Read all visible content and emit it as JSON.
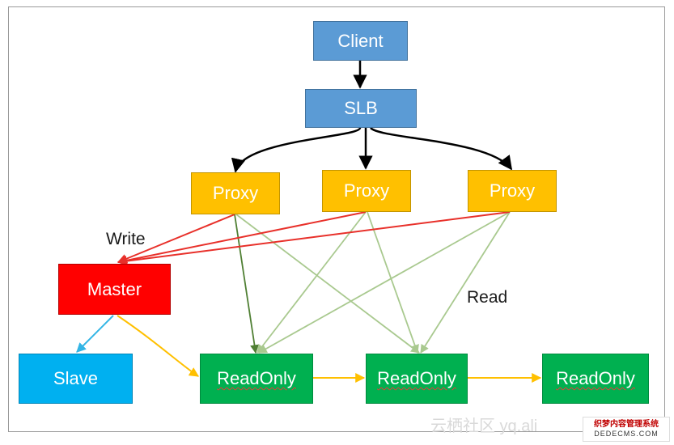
{
  "diagram": {
    "nodes": {
      "client": "Client",
      "slb": "SLB",
      "proxy_1": "Proxy",
      "proxy_2": "Proxy",
      "proxy_3": "Proxy",
      "master": "Master",
      "slave": "Slave",
      "readonly_1": "ReadOnly",
      "readonly_2": "ReadOnly",
      "readonly_3": "ReadOnly"
    },
    "edge_labels": {
      "write": "Write",
      "read": "Read"
    },
    "colors": {
      "client_slb": "#5b9bd5",
      "proxy": "#ffc000",
      "master": "#ff0000",
      "slave": "#00b0f0",
      "readonly": "#00b050",
      "write_edges": "#e8302a",
      "read_edges": "#a9c98f",
      "replication_edges": "#ffc000",
      "slave_edge": "#33b5e5"
    }
  },
  "watermark": {
    "text": "云栖社区 yq.ali",
    "badge_cn": "织梦内容管理系统",
    "badge_en": "DEDECMS.COM"
  }
}
